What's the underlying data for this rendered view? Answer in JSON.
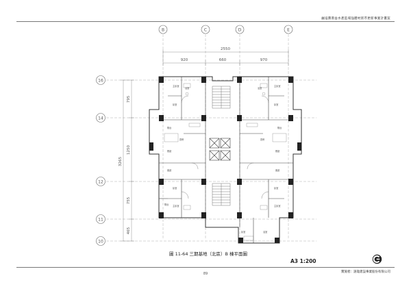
{
  "header": {
    "title": "鹹埕壽南舍水產區域強體村新市更新事業計畫案"
  },
  "plan": {
    "column_grid": [
      "B",
      "C",
      "D",
      "E"
    ],
    "row_grid": [
      "16",
      "14",
      "12",
      "11",
      "10"
    ],
    "top_dimensions": {
      "overall": "2550",
      "bays": [
        "920",
        "660",
        "970"
      ]
    },
    "left_dimensions": {
      "overall": "3265",
      "bays": [
        "795",
        "1250",
        "755",
        "465"
      ]
    },
    "room_labels": [
      "主臥室",
      "臥室",
      "客廳",
      "餐廳",
      "廚房",
      "浴室",
      "陽台"
    ]
  },
  "caption": "圖 11-64 三期基地（北區）B 棟平面圖",
  "scale": "A3 1:200",
  "footer": {
    "page_number": "89",
    "company": "實施者：遠雄建設事業股份有限公司"
  },
  "colors": {
    "wall": "#222222",
    "grid_bubble": "#666666"
  }
}
